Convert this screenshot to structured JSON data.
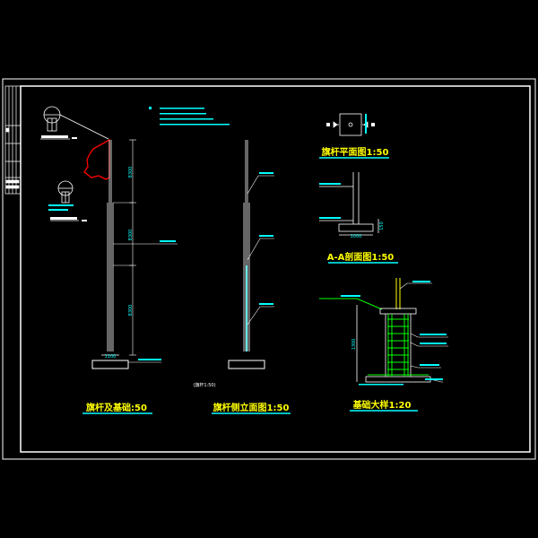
{
  "colors": {
    "frame": "#ffffff",
    "pole": "#ffffff",
    "dim": "#00ffff",
    "leader": "#ffffff",
    "title": "#ffff00",
    "underline": "#00ffff",
    "flag": "#ff0000",
    "rebar": "#00ff00",
    "note": "#00ffff"
  },
  "titles": {
    "flagpole_foundation": "旗杆及基础:50",
    "flagpole_side_elevation": "旗杆侧立面图1:50",
    "flagpole_plan": "旗杆平面图1:50",
    "section_aa": "A-A剖面图1:50",
    "foundation_detail": "基础大样1:20"
  },
  "dimensions": {
    "upper": "8300",
    "middle": "8300",
    "lower": "8300",
    "base_width": "1100",
    "section_width": "1000",
    "section_height": "150",
    "foundation_height": "1300"
  },
  "scale_note": "(旗杆1:50)"
}
